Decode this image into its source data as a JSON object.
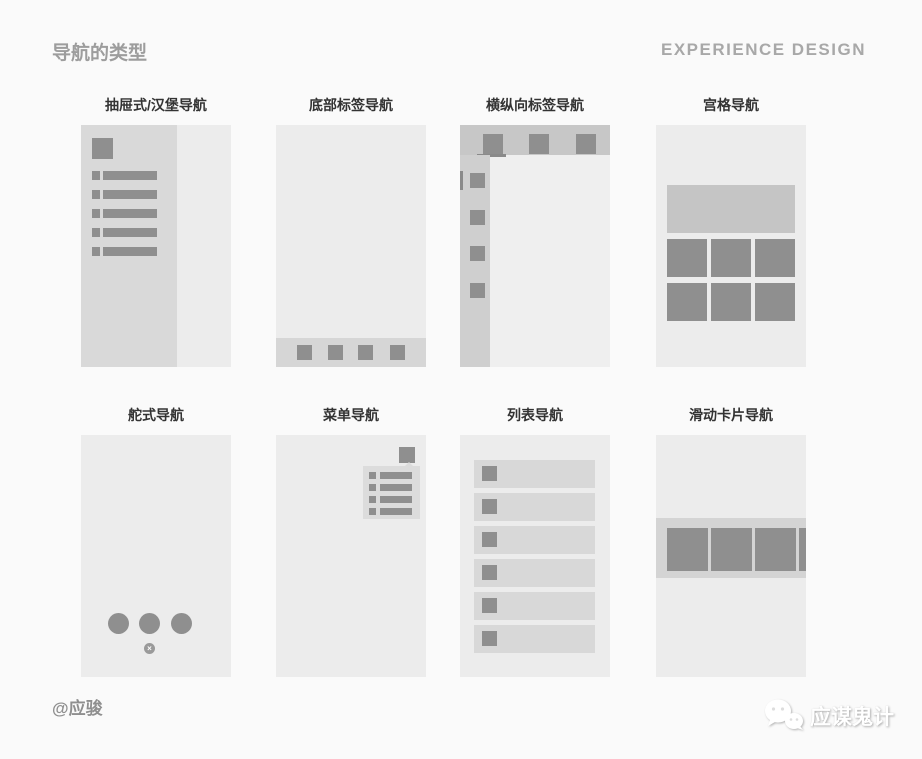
{
  "header": {
    "title": "导航的类型",
    "brand": "EXPERIENCE DESIGN"
  },
  "cards": [
    {
      "label": "抽屉式/汉堡导航",
      "type": "drawer-hamburger-nav"
    },
    {
      "label": "底部标签导航",
      "type": "bottom-tab-nav"
    },
    {
      "label": "横纵向标签导航",
      "type": "horizontal-vertical-tab-nav"
    },
    {
      "label": "宫格导航",
      "type": "grid-nav"
    },
    {
      "label": "舵式导航",
      "type": "rudder-nav",
      "close_glyph": "×"
    },
    {
      "label": "菜单导航",
      "type": "menu-nav"
    },
    {
      "label": "列表导航",
      "type": "list-nav"
    },
    {
      "label": "滑动卡片导航",
      "type": "sliding-card-nav"
    }
  ],
  "footer": {
    "author": "@应骏",
    "watermark": "应谋鬼计"
  },
  "colors": {
    "page_bg": "#fafafa",
    "phone_bg": "#ececec",
    "panel_gray": "#d9d9d9",
    "bar_gray": "#c7c7c7",
    "rail_gray": "#cfcfcf",
    "banner_gray": "#c5c5c5",
    "element_dark_gray": "#8f8f8f",
    "accent_line": "#8a8a8a",
    "card_title_text": "#333333",
    "header_text": "#9d9d9d",
    "brand_text": "#a8a8a8",
    "footer_text": "#8f8f8f",
    "watermark_text": "#ffffff"
  }
}
